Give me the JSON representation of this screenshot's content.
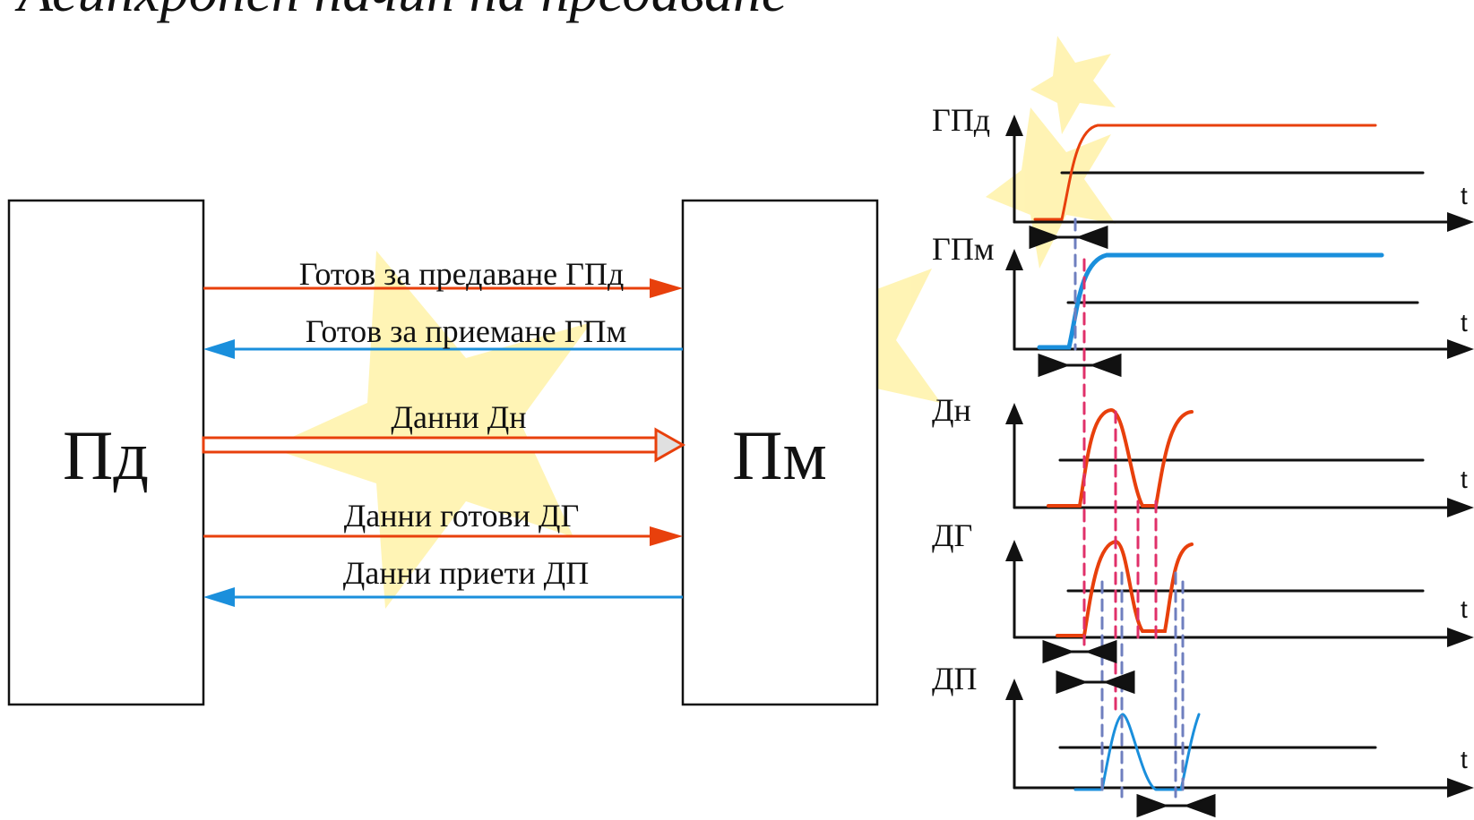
{
  "title": "Асинхронен начин на предаване",
  "colors": {
    "orange": "#e8400c",
    "blue": "#1a8fdc",
    "pink_dashed": "#e0306a",
    "blue_dashed": "#6f7fbf",
    "star": "#fff2a8"
  },
  "blocks": {
    "left": "Пд",
    "right": "Пм"
  },
  "lines": [
    {
      "label": "Готов за предаване  ГПд",
      "direction": "right",
      "color": "orange"
    },
    {
      "label": "Готов за приемане  ГПм",
      "direction": "left",
      "color": "blue"
    },
    {
      "label": "Данни Дн",
      "direction": "right",
      "color": "orange",
      "style": "bus"
    },
    {
      "label": "Данни готови ДГ",
      "direction": "right",
      "color": "orange"
    },
    {
      "label": "Данни приети ДП",
      "direction": "left",
      "color": "blue"
    }
  ],
  "timing": {
    "signals": [
      "ГПд",
      "ГПм",
      "Дн",
      "ДГ",
      "ДП"
    ],
    "time_label": "t"
  }
}
